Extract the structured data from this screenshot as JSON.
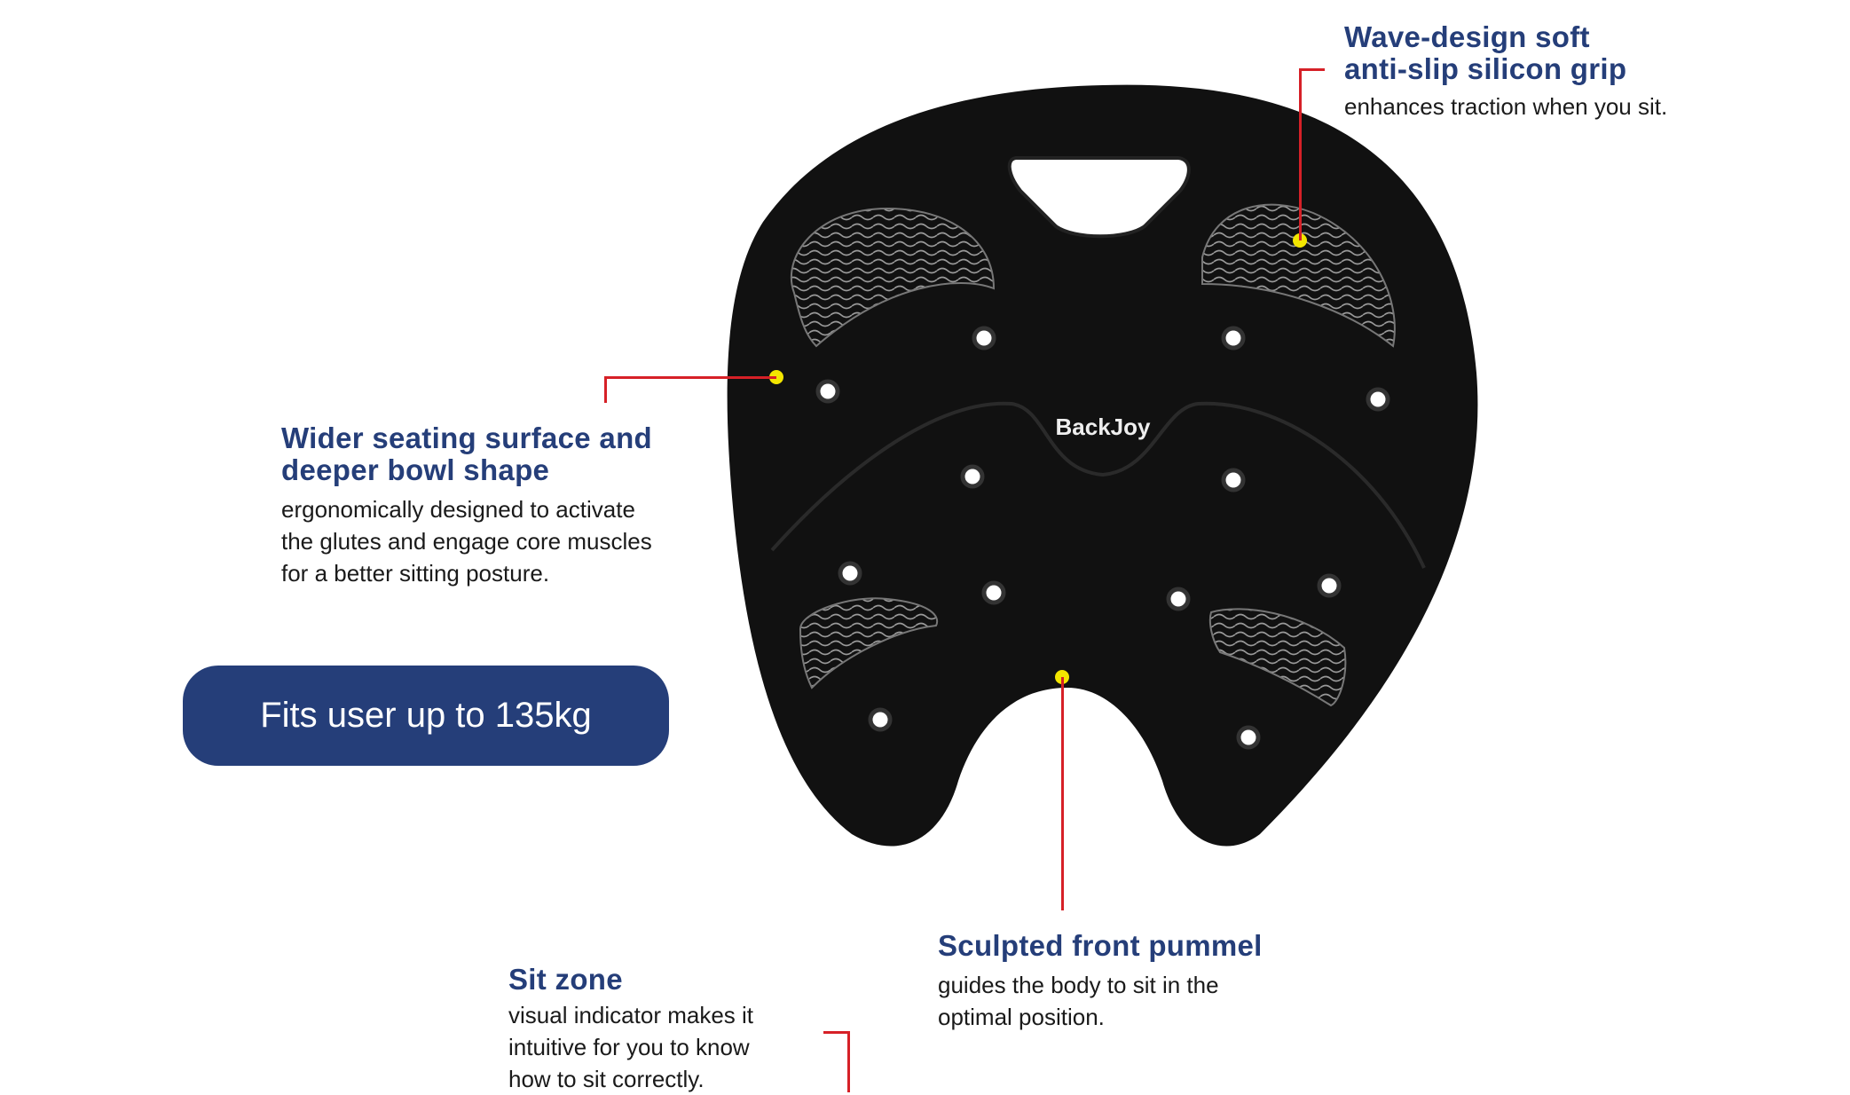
{
  "brand_logo": "BackJoy",
  "callouts": {
    "grip": {
      "title_line1": "Wave-design soft",
      "title_line2": "anti-slip silicon grip",
      "body": "enhances traction when you sit."
    },
    "seat": {
      "title_line1": "Wider seating surface and",
      "title_line2": "deeper bowl shape",
      "body_lines": [
        "ergonomically designed to activate",
        "the glutes and engage core muscles",
        "for a better sitting posture."
      ]
    },
    "pummel": {
      "title": "Sculpted front pummel",
      "body_lines": [
        "guides the body to sit in the",
        "optimal position."
      ]
    },
    "sitzone": {
      "title": "Sit zone",
      "body_lines": [
        "visual indicator makes it",
        "intuitive for you to know",
        "how to sit correctly."
      ]
    }
  },
  "badge": {
    "label": "Fits user up to 135kg"
  },
  "colors": {
    "title": "#253e79",
    "leader": "#d62027",
    "marker": "#f3e600",
    "badge_bg": "#253e79"
  }
}
